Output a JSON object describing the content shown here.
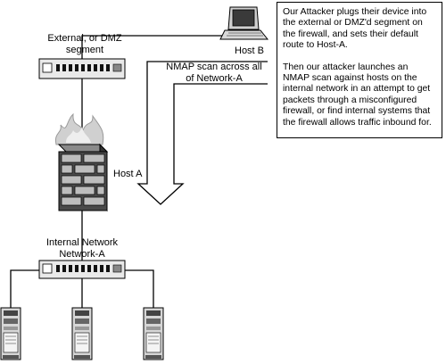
{
  "labels": {
    "external_segment": "External, or DMZ\nsegment",
    "host_b": "Host B",
    "nmap_scan": "NMAP scan across all\nof Network-A",
    "host_a": "Host A",
    "internal_network": "Internal Network\nNetwork-A"
  },
  "callout": {
    "paragraph_1": "Our Attacker plugs their device into the external or DMZ'd segment on the firewall, and sets their default route to Host-A.",
    "paragraph_2": "Then our attacker launches an NMAP scan against hosts on the internal network in an attempt to get packets through a misconfigured firewall, or find internal systems that the firewall allows traffic inbound for."
  },
  "icons": {
    "laptop": "laptop-icon",
    "hub_external": "network-hub-icon",
    "firewall": "firewall-icon",
    "hub_internal": "network-hub-icon",
    "server": "server-tower-icon"
  }
}
